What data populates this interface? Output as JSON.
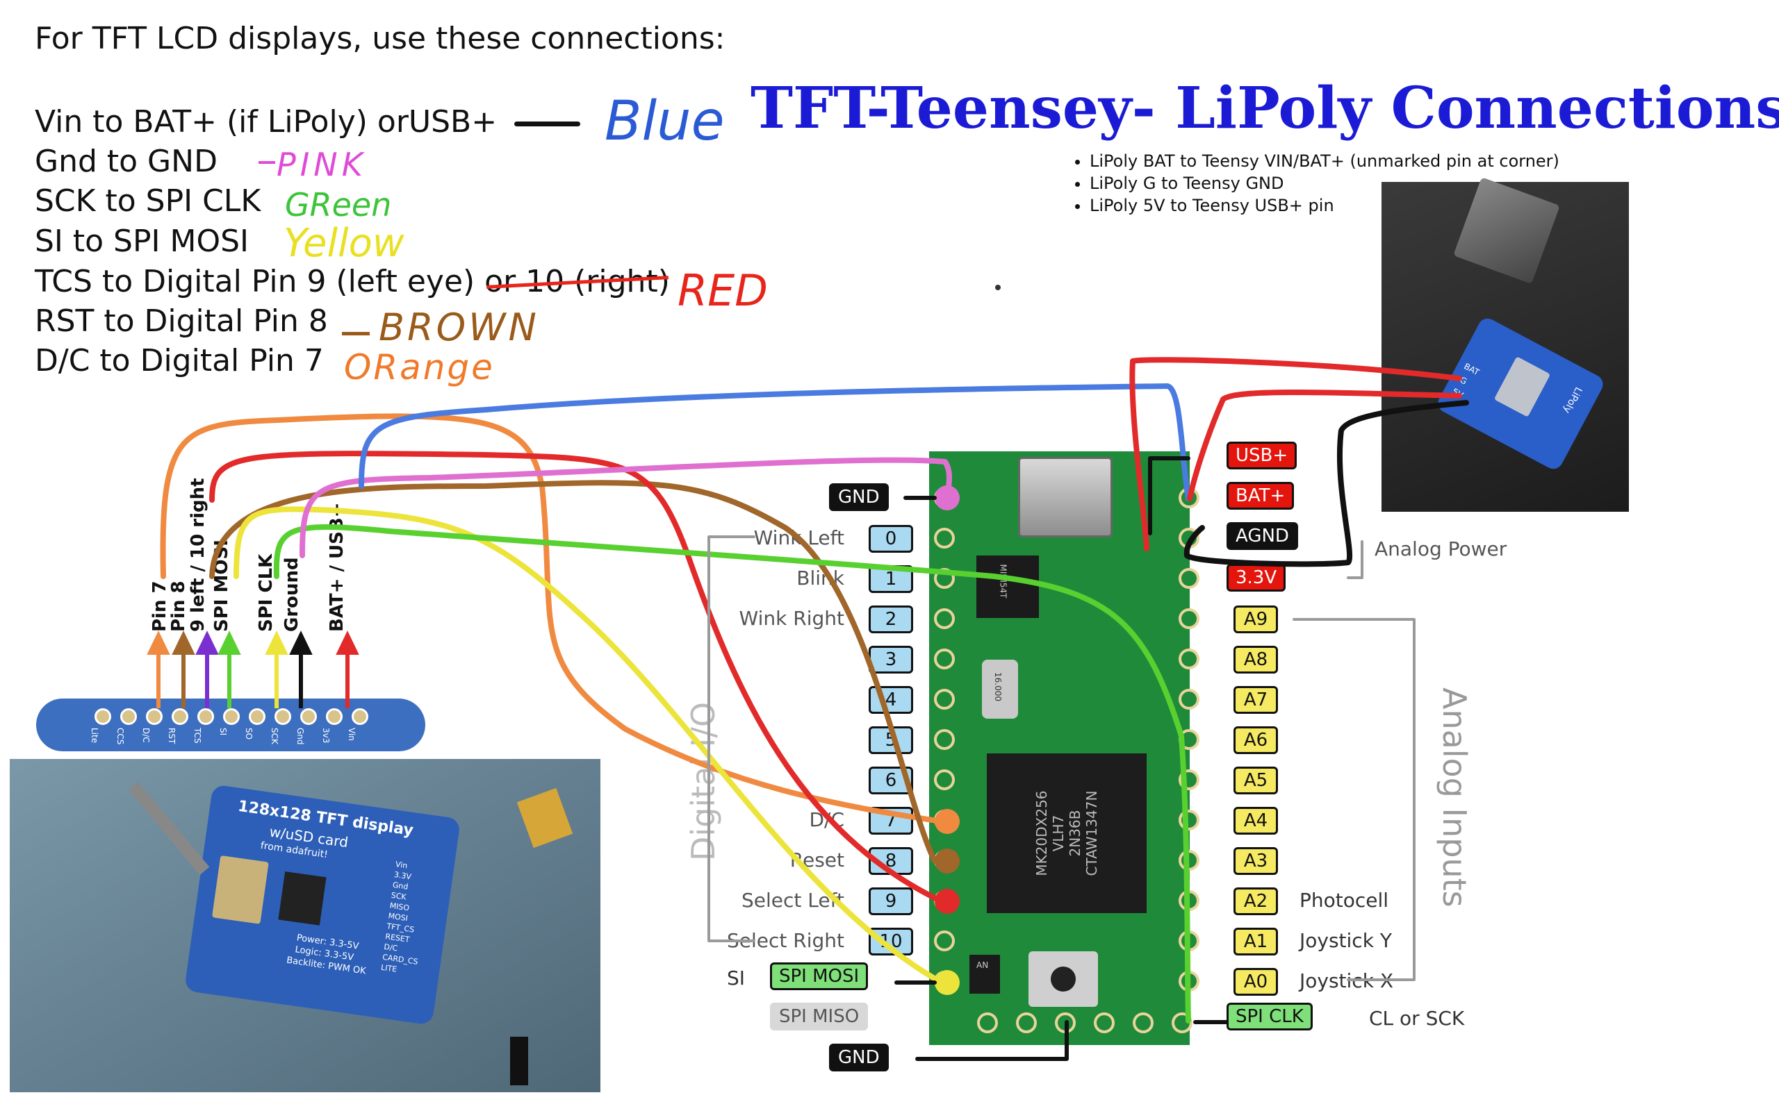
{
  "instructions": {
    "title": "For TFT LCD displays, use these connections:",
    "lines": [
      "Vin to BAT+ (if LiPoly) orUSB+",
      "Gnd to GND",
      "SCK to SPI CLK",
      "SI to SPI MOSI",
      "TCS to Digital Pin 9 (left eye) or 10 (right)",
      "RST to Digital Pin 8",
      "D/C to Digital Pin 7"
    ],
    "handwritten": [
      {
        "text": "Blue",
        "color": "#2a5bd4"
      },
      {
        "text": "PINK",
        "color": "#e04ad8"
      },
      {
        "text": "GReen",
        "color": "#3cc43a"
      },
      {
        "text": "Yellow",
        "color": "#e8e020"
      },
      {
        "text": "RED",
        "color": "#e8251a"
      },
      {
        "text": "BROWN",
        "color": "#9a5a1a"
      },
      {
        "text": "ORange",
        "color": "#f07a2a"
      }
    ]
  },
  "main_title": "TFT-Teensey- LiPoly Connections",
  "lipoly_notes": [
    "LiPoly BAT to Teensy VIN/BAT+ (unmarked pin at corner)",
    "LiPoly G to Teensy GND",
    "LiPoly 5V to Teensy USB+ pin"
  ],
  "tft_header_labels": [
    "Pin 7",
    "Pin 8",
    "9 left / 10 right",
    "SPI MOSI",
    "SPI CLK",
    "Ground",
    "BAT+ / USB+"
  ],
  "tft_board_pins": [
    "Lite",
    "CCS",
    "D/C",
    "RST",
    "TCS",
    "SI",
    "SO",
    "SCK",
    "Gnd",
    "3v3",
    "Vin"
  ],
  "tft_photo_text": {
    "line1": "128x128 TFT display",
    "line2": "w/uSD card",
    "line3": "from adafruit!",
    "pins": [
      "Vin",
      "3.3V",
      "Gnd",
      "SCK",
      "MISO",
      "MOSI",
      "TFT_CS",
      "RESET",
      "D/C",
      "CARD_CS",
      "LITE"
    ],
    "power": "Power: 3.3-5V",
    "logic": "Logic: 3.3-5V",
    "backlite": "Backlite: PWM OK"
  },
  "lipoly_photo_labels": [
    "BAT",
    "G",
    "5V",
    "LiPoly"
  ],
  "teensy": {
    "left_pins": [
      "0",
      "1",
      "2",
      "3",
      "4",
      "5",
      "6",
      "7",
      "8",
      "9",
      "10"
    ],
    "left_functions": [
      "Wink Left",
      "Blink",
      "Wink Right",
      "",
      "",
      "",
      "",
      "D/C",
      "Reset",
      "Select Left",
      "Select Right"
    ],
    "right_analog": [
      "A9",
      "A8",
      "A7",
      "A6",
      "A5",
      "A4",
      "A3",
      "A2",
      "A1",
      "A0"
    ],
    "right_functions": [
      "",
      "",
      "",
      "",
      "",
      "",
      "",
      "Photocell",
      "Joystick Y",
      "Joystick X"
    ],
    "gnd_top": "GND",
    "gnd_bottom": "GND",
    "usb_plus": "USB+",
    "bat_plus": "BAT+",
    "agnd": "AGND",
    "v33": "3.3V",
    "spi_mosi": "SPI MOSI",
    "spi_miso": "SPI MISO",
    "spi_clk": "SPI CLK",
    "si_label": "SI",
    "cl_or_sck": "CL or SCK",
    "analog_power": "Analog Power",
    "analog_inputs": "Analog Inputs",
    "digital_io": "Digital I/O",
    "chip_main": [
      "MK20DX256",
      "VLH7",
      "2N36B",
      "CTAW1347N"
    ],
    "chip_small": [
      "MINI54T",
      "AN"
    ],
    "crystal": "16.000"
  },
  "wire_colors": {
    "blue": "#4a7be0",
    "pink": "#e070d0",
    "green": "#58d030",
    "yellow": "#ece43a",
    "red": "#e22a2a",
    "brown": "#a0662a",
    "orange": "#f08a40",
    "black": "#111111",
    "purple": "#7a2fd0",
    "pcb_green": "#1f8a3a",
    "tft_blue": "#3d6fc0"
  }
}
